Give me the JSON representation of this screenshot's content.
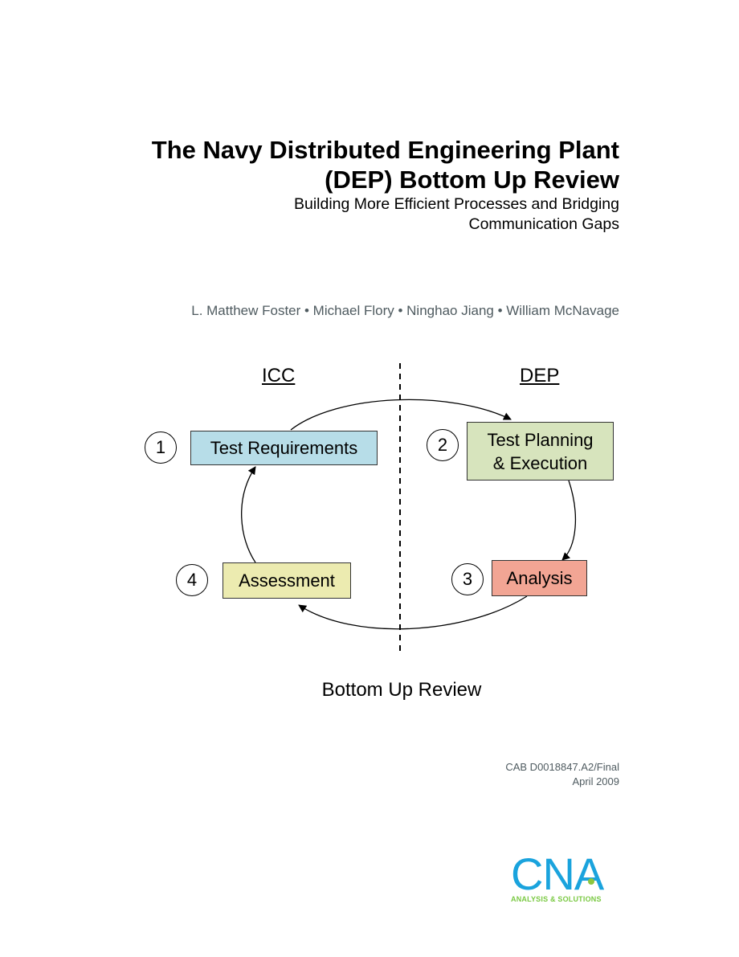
{
  "title_line1": "The Navy Distributed Engineering Plant",
  "title_line2": "(DEP) Bottom Up Review",
  "subtitle_line1": "Building More Efficient Processes and Bridging",
  "subtitle_line2": "Communication Gaps",
  "authors": "L. Matthew Foster • Michael Flory • Ninghao Jiang • William McNavage",
  "diagram": {
    "left_header": "ICC",
    "right_header": "DEP",
    "steps": [
      {
        "number": "1",
        "label": "Test Requirements",
        "color": "#b7dde8"
      },
      {
        "number": "2",
        "label_line1": "Test Planning",
        "label_line2": "& Execution",
        "color": "#d7e4bd"
      },
      {
        "number": "3",
        "label": "Analysis",
        "color": "#f2a594"
      },
      {
        "number": "4",
        "label": "Assessment",
        "color": "#ecebb0"
      }
    ],
    "caption": "Bottom Up Review"
  },
  "doc_number": "CAB D0018847.A2/Final",
  "date": "April 2009",
  "logo": {
    "word": "CNA",
    "tagline": "ANALYSIS & SOLUTIONS",
    "word_color": "#1aa3dd",
    "tagline_color": "#7ac943"
  }
}
